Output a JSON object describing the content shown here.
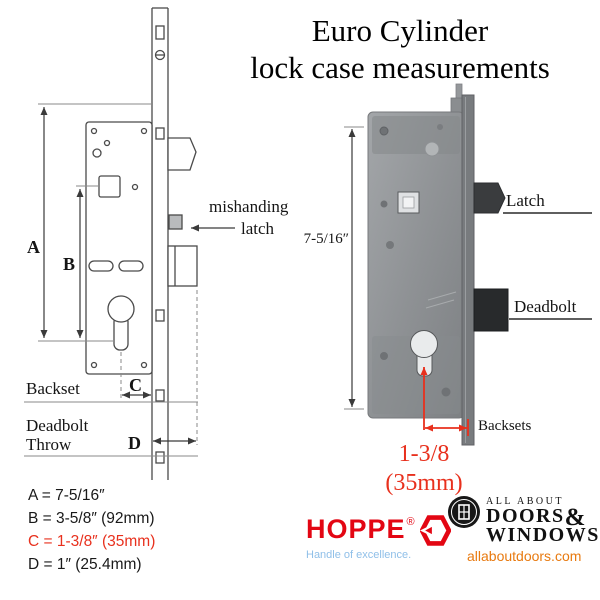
{
  "title": {
    "line1": "Euro Cylinder",
    "line2": "lock case measurements"
  },
  "left_diagram": {
    "dim_a": "A",
    "dim_b": "B",
    "dim_c": "C",
    "dim_d": "D",
    "mishandling_line1": "mishanding",
    "mishandling_line2": "latch",
    "backset_label": "Backset",
    "deadbolt_throw_line1": "Deadbolt",
    "deadbolt_throw_line2": "Throw"
  },
  "right_diagram": {
    "height_dimension": "7-5/16″",
    "latch_label": "Latch",
    "deadbolt_label": "Deadbolt",
    "backsets_label": "Backsets",
    "backset_dim_inches": "1-3/8",
    "backset_dim_mm": "(35mm)"
  },
  "legend": {
    "row_a": "A = 7-5/16″",
    "row_b": "B = 3-5/8″ (92mm)",
    "row_c": "C = 1-3/8″ (35mm)",
    "row_d": "D = 1″ (25.4mm)"
  },
  "branding": {
    "hoppe": {
      "wordmark": "HOPPE",
      "registered": "®",
      "tagline": "Handle of excellence."
    },
    "all_about": {
      "top": "ALL ABOUT",
      "doors": "DOORS",
      "ampersand": "&",
      "windows": "WINDOWS",
      "url": "allaboutdoors.com"
    }
  },
  "colors": {
    "accent_red": "#e8301d",
    "hoppe_red": "#e30613",
    "tagline_blue": "#8fbfe8",
    "url_orange": "#e87a10"
  }
}
